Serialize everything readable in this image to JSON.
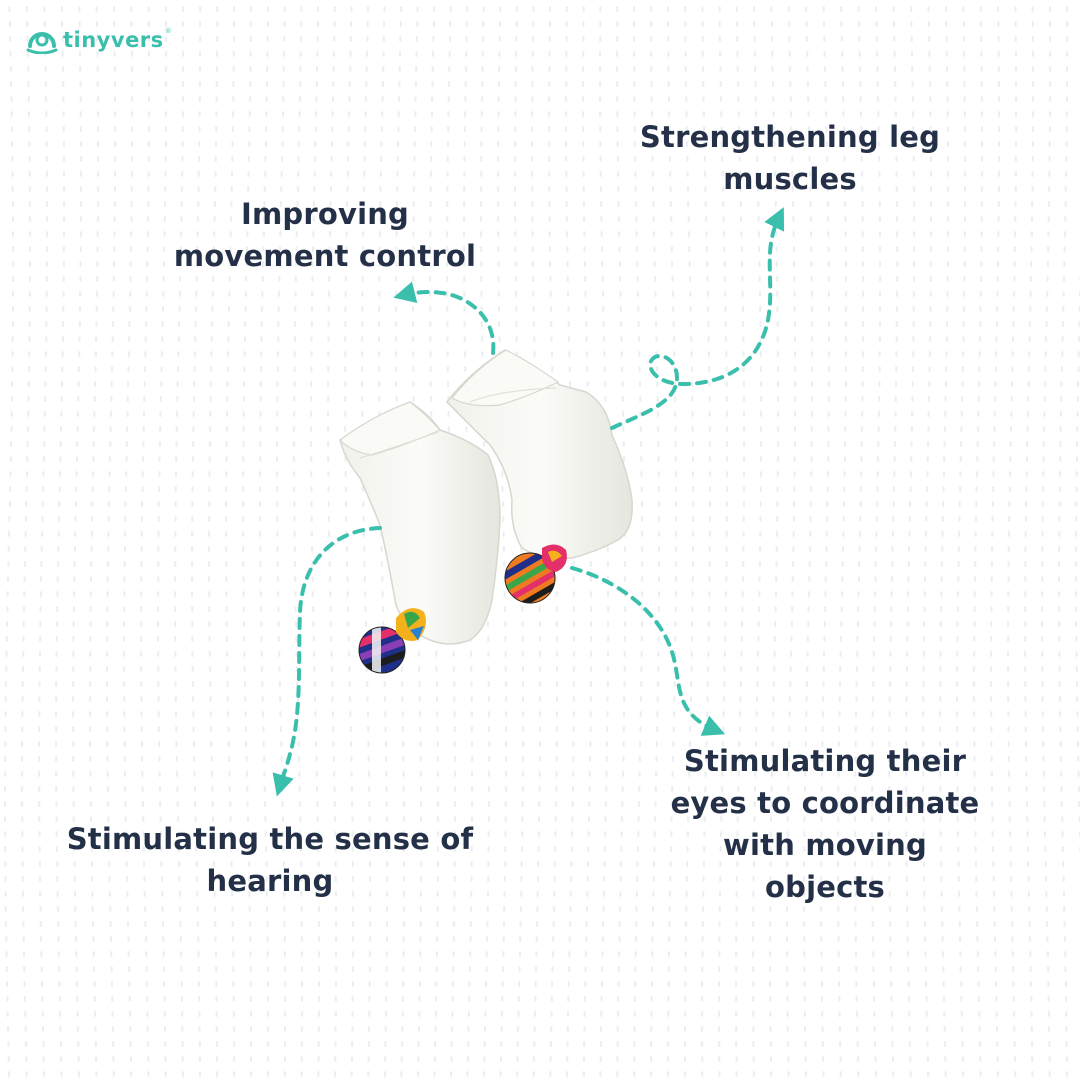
{
  "brand": {
    "name": "tinyvers",
    "registered_mark": "®",
    "color": "#3bbfad"
  },
  "labels": {
    "movement_control": [
      "Improving",
      "movement control"
    ],
    "leg_muscles": [
      "Strengthening leg",
      "muscles"
    ],
    "hearing": [
      "Stimulating the sense of",
      "hearing"
    ],
    "eye_coordination": [
      "Stimulating their",
      "eyes to coordinate",
      "with moving",
      "objects"
    ]
  },
  "colors": {
    "text": "#233047",
    "arrow": "#3bbfad",
    "background": "#ffffff",
    "dots": "#dde2e6"
  },
  "product": {
    "item": "baby-rattle-socks",
    "rattle_colors": [
      "#1f2f8a",
      "#e3306b",
      "#f5b11c",
      "#3aa64a",
      "#8b3fb4",
      "#1d1d1d"
    ]
  }
}
